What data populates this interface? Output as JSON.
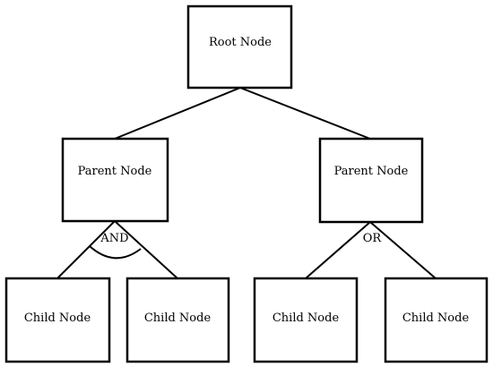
{
  "diagram": {
    "root": {
      "label": "Root Node"
    },
    "parents": [
      {
        "label": "Parent Node",
        "gate": "AND"
      },
      {
        "label": "Parent Node",
        "gate": "OR"
      }
    ],
    "children": [
      {
        "label": "Child Node"
      },
      {
        "label": "Child Node"
      },
      {
        "label": "Child Node"
      },
      {
        "label": "Child Node"
      }
    ]
  }
}
